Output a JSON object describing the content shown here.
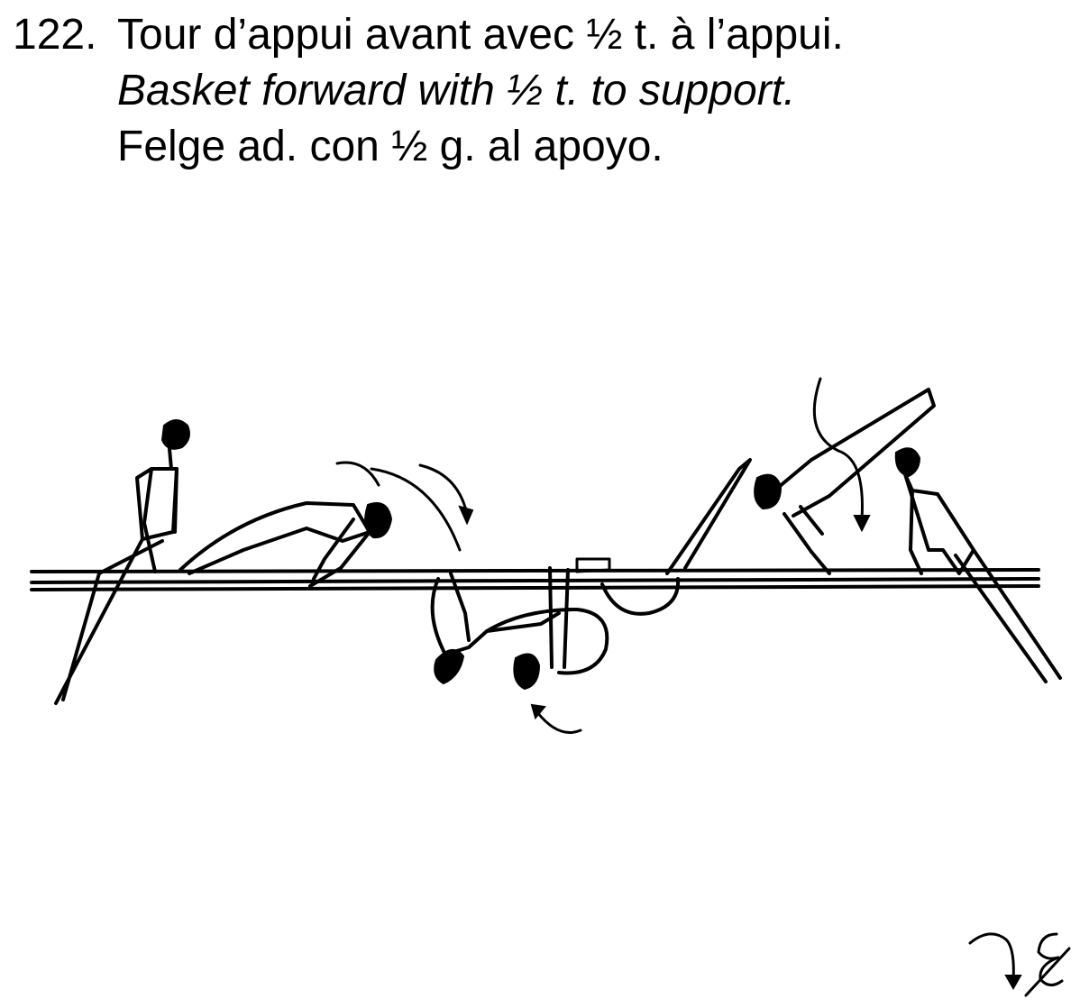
{
  "element": {
    "number": "122.",
    "name_fr": "Tour d’appui avant avec ½ t. à l’appui.",
    "name_en": "Basket forward with ½ t. to support.",
    "name_es": "Felge ad. con ½ g. al apoyo."
  },
  "icons": {
    "figure_sequence": "gymnast-basket-sequence-drawing",
    "symbol": "basket-half-turn-symbol"
  }
}
